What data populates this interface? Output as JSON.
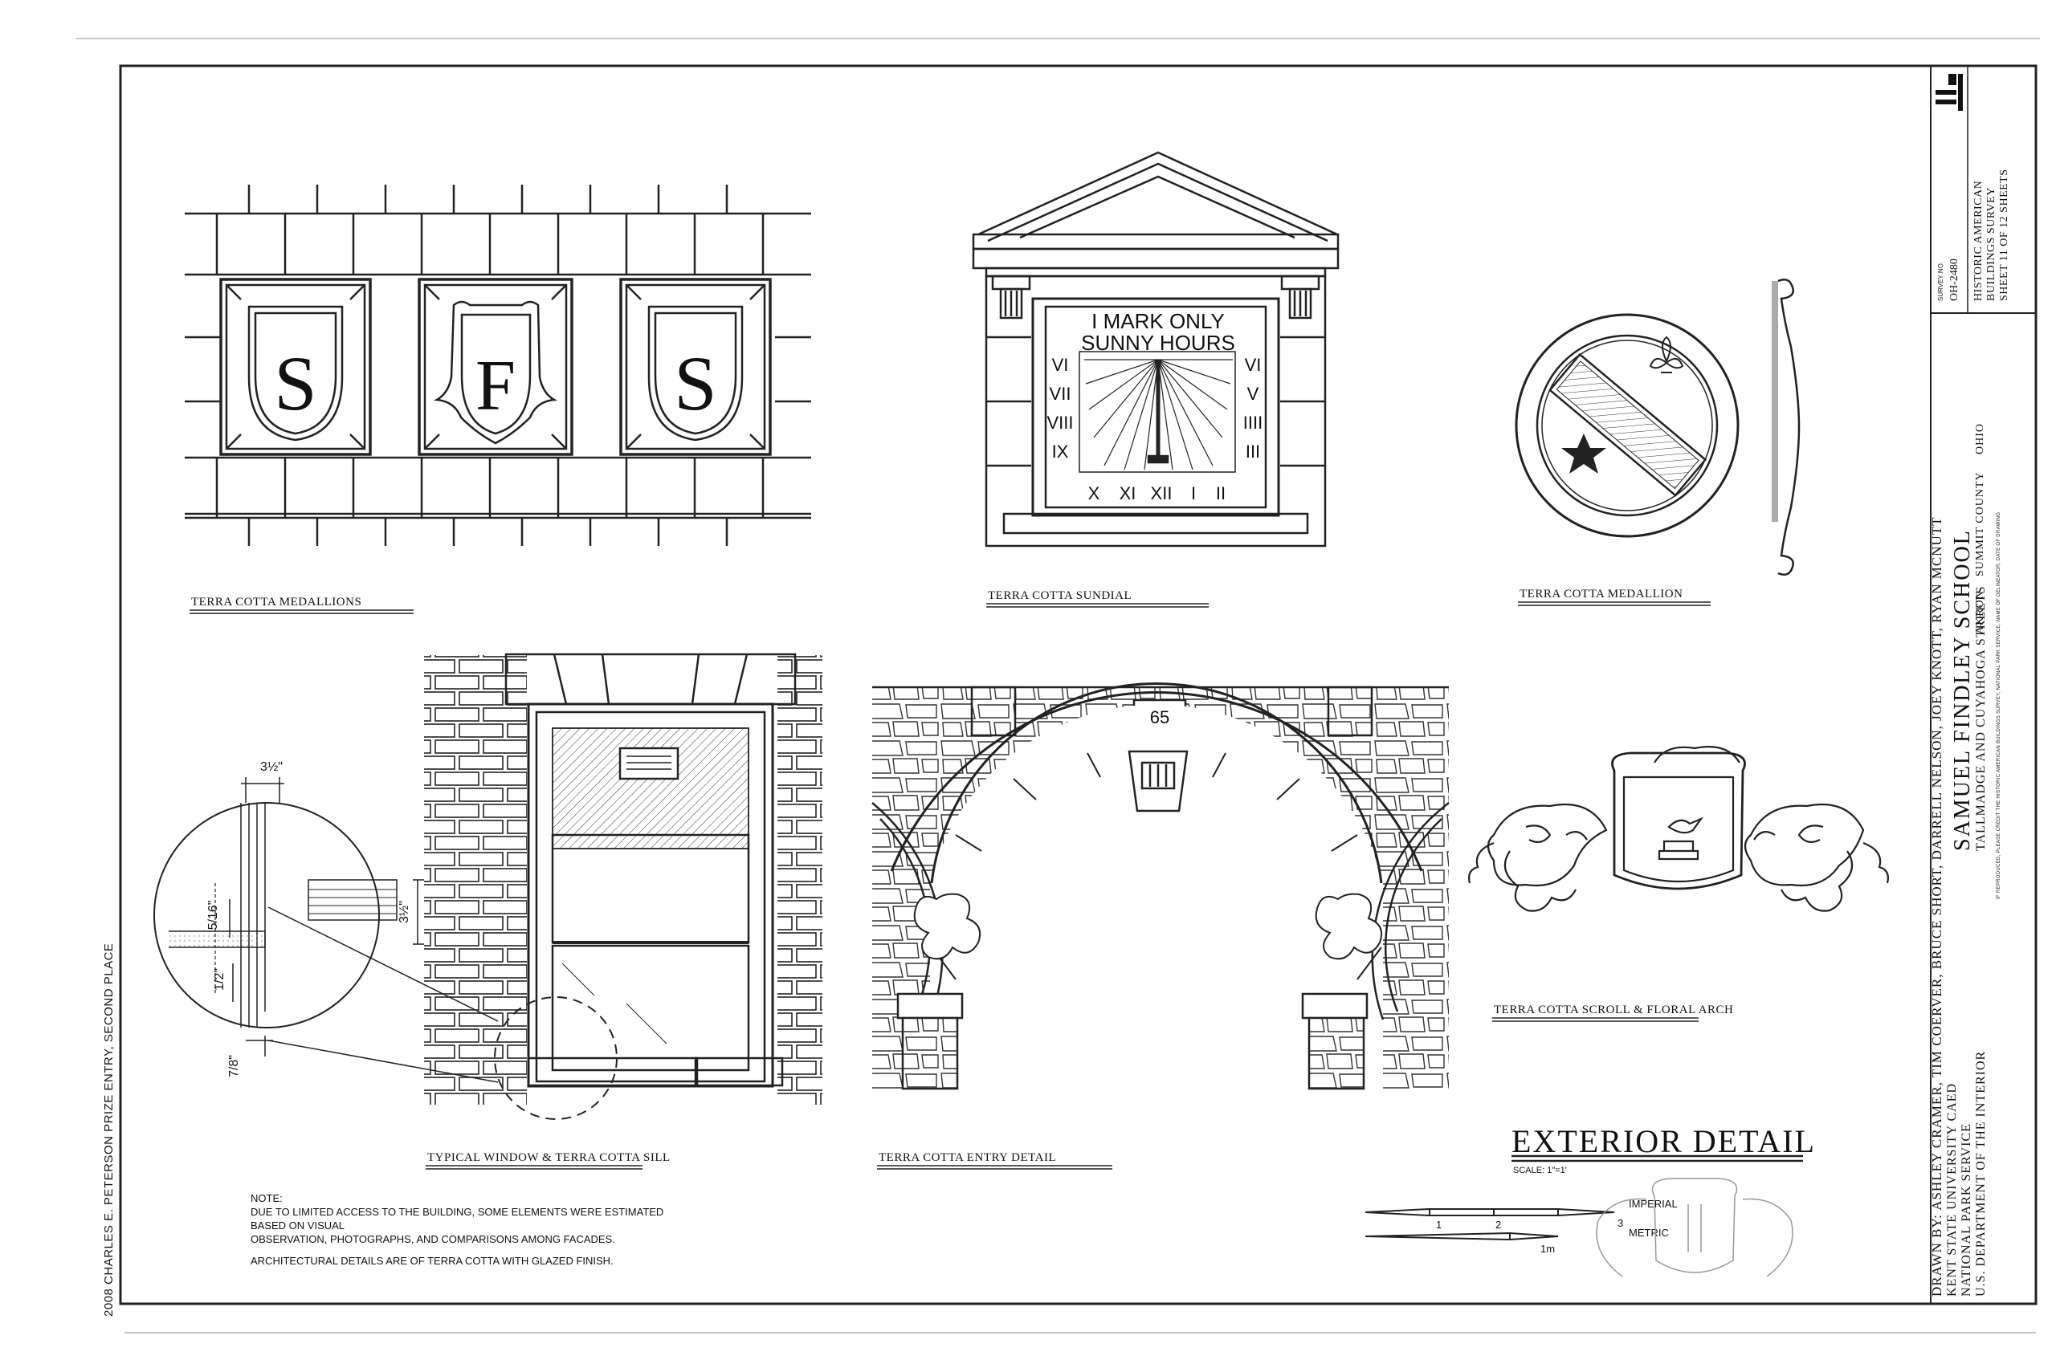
{
  "labels": {
    "medallions": "TERRA COTTA MEDALLIONS",
    "sundial": "TERRA COTTA SUNDIAL",
    "medallion": "TERRA COTTA MEDALLION",
    "window": "TYPICAL WINDOW & TERRA COTTA SILL",
    "entry": "TERRA COTTA ENTRY DETAIL",
    "scroll": "TERRA COTTA SCROLL & FLORAL ARCH"
  },
  "medallion_letters": [
    "S",
    "F",
    "S"
  ],
  "sundial": {
    "motto_line1": "I MARK ONLY",
    "motto_line2": "SUNNY HOURS",
    "left_numerals": [
      "VI",
      "VII",
      "VIII",
      "IX"
    ],
    "right_numerals": [
      "VI",
      "V",
      "IIII",
      "III"
    ],
    "bottom_numerals": [
      "X",
      "XI",
      "XII",
      "I",
      "II"
    ]
  },
  "address_number": "65",
  "dims": {
    "d1": "3½\"",
    "d2": "5/16\"",
    "d3": "3½\"",
    "d4": "1/2\"",
    "d5": "7/8\""
  },
  "note": {
    "heading": "NOTE:",
    "line1": "DUE TO LIMITED ACCESS TO THE BUILDING, SOME ELEMENTS WERE ESTIMATED BASED ON VISUAL",
    "line2": "OBSERVATION, PHOTOGRAPHS, AND COMPARISONS AMONG FACADES.",
    "line3": "ARCHITECTURAL DETAILS ARE OF TERRA COTTA WITH GLAZED FINISH."
  },
  "sheet_title": "EXTERIOR DETAIL",
  "scale_label": "SCALE:",
  "scale_value": "1\"=1'",
  "scale_bar": {
    "imperial": "IMPERIAL",
    "metric": "METRIC",
    "t1": "1",
    "t2": "2",
    "t3": "3",
    "m1": "1m"
  },
  "title_block": {
    "drawn_by": "DRAWN BY: ASHLEY CRAMER, TIM COERVER, BRUCE SHORT, DARRELL NELSON, JOEY KNOTT, RYAN MCNUTT",
    "org1": "KENT STATE UNIVERSITY CAED",
    "org2": "NATIONAL PARK SERVICE",
    "org3": "U.S. DEPARTMENT OF THE INTERIOR",
    "project": "SAMUEL FINDLEY SCHOOL",
    "address": "TALLMADGE AND CUYAHOGA STREETS",
    "city": "AKRON",
    "county": "SUMMIT COUNTY",
    "state": "OHIO",
    "credit": "IF REPRODUCED, PLEASE CREDIT THE HISTORIC AMERICAN BUILDINGS SURVEY, NATIONAL PARK SERVICE, NAME OF DELINEATOR, DATE OF DRAWING",
    "survey_label": "SURVEY NO.",
    "survey_no": "OH-2480",
    "habs1": "HISTORIC AMERICAN",
    "habs2": "BUILDINGS SURVEY",
    "sheet_of": "SHEET 11 OF 12 SHEETS"
  },
  "margin_note": "2008 CHARLES E. PETERSON PRIZE ENTRY, SECOND PLACE"
}
